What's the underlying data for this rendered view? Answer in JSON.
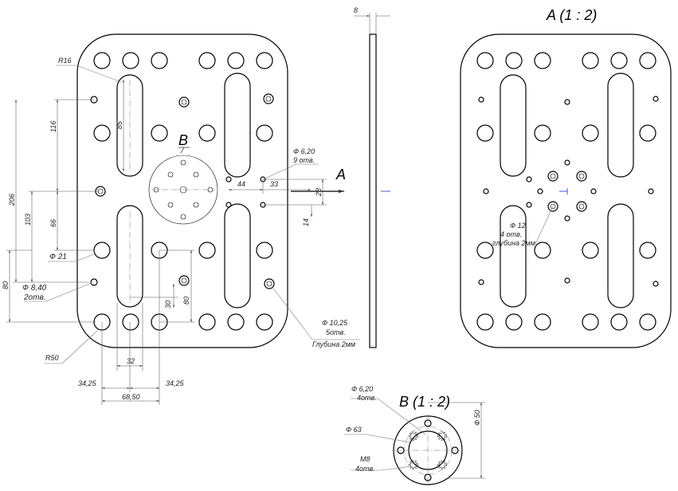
{
  "views": {
    "detail_a_title": "A (1 : 2)",
    "detail_b_title": "B (1 : 2)",
    "view_marker_b": "B",
    "arrow_label_a": "A"
  },
  "dimensions": {
    "r16": "R16",
    "len_85": "85",
    "len_116": "116",
    "len_206": "206",
    "len_103": "103",
    "len_66": "66",
    "len_80_left": "80",
    "len_44": "44",
    "len_33": "33",
    "len_28": "28",
    "len_14": "14",
    "len_30": "30",
    "len_80_mid": "80",
    "len_32": "32",
    "len_34_25_left": "34,25",
    "len_34_25_right": "34,25",
    "len_68_50": "68,50",
    "r50": "R50",
    "thickness_8": "8"
  },
  "callouts": {
    "d21": "Ф 21",
    "d840": "Ф 8,40",
    "d840_count": "2отв.",
    "d620": "Ф 6,20",
    "d620_count": "9 отв.",
    "d1025": "Ф 10,25",
    "d1025_count": "5отв.",
    "d1025_depth": "Глубина 2мм",
    "a_d12": "Ф 12",
    "a_d12_count": "4 отв.",
    "a_d12_depth": "глубина 2мм",
    "b_d620": "Ф 6,20",
    "b_d620_count": "4отв.",
    "b_d63": "Ф 63",
    "b_m8": "M8",
    "b_m8_count": "4отв.",
    "b_d50": "Ф 50"
  },
  "colors": {
    "line": "#000000",
    "dimension": "#555555",
    "accent": "#1a2fd1"
  }
}
